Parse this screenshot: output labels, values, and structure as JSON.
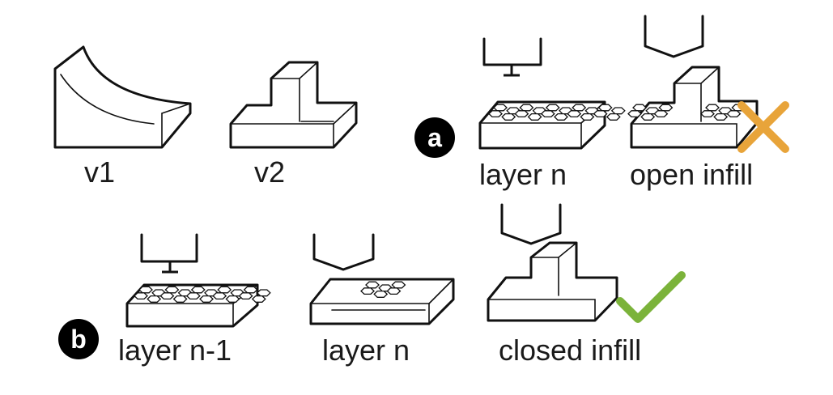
{
  "labels": {
    "v1": "v1",
    "v2": "v2",
    "layer_n_top": "layer n",
    "open_infill": "open infill",
    "layer_n_minus_1": "layer n-1",
    "layer_n_bottom": "layer n",
    "closed_infill": "closed infill"
  },
  "badges": {
    "a": "a",
    "b": "b"
  },
  "colors": {
    "ink": "#111111",
    "cross": "#E8A43A",
    "check": "#7BB33A",
    "badge": "#000000"
  },
  "icons": {
    "failure_mark": "cross-icon",
    "success_mark": "checkmark-icon"
  }
}
